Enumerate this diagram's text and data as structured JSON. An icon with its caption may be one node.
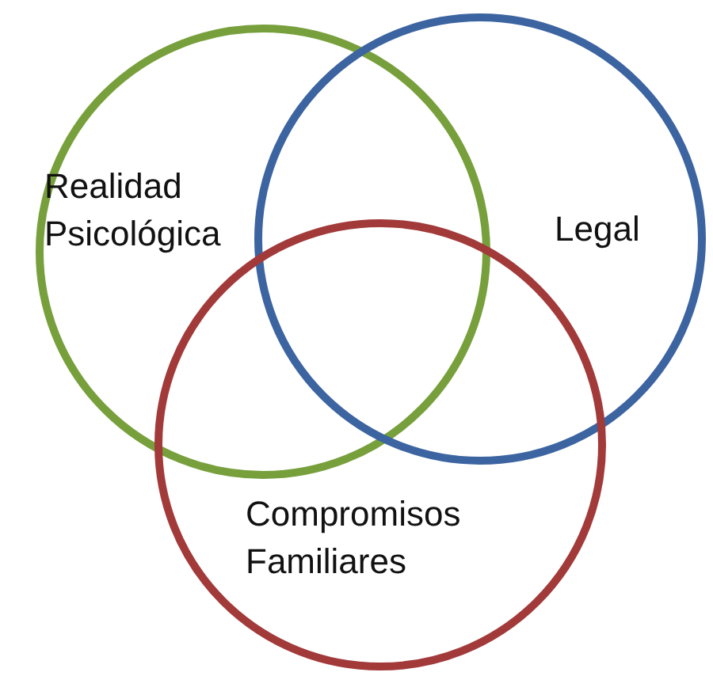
{
  "diagram": {
    "nodes": [
      {
        "text": [
          "Realidad Psicológica"
        ]
      },
      {
        "text": [
          "Legal"
        ]
      },
      {
        "text": [
          "Compromisos Familiares"
        ]
      }
    ],
    "edges": []
  }
}
